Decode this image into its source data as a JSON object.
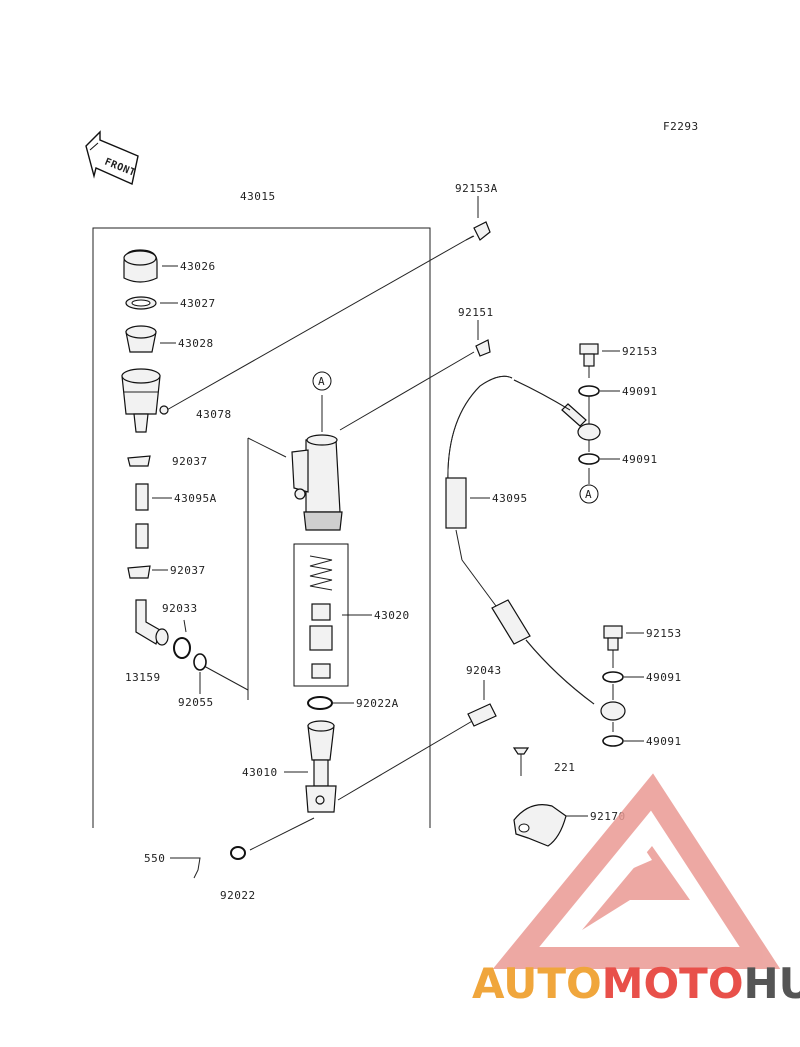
{
  "figure_code": "F2293",
  "front_label": "FRONT",
  "callout_a": "A",
  "parts": [
    {
      "num": "43015"
    },
    {
      "num": "92153A"
    },
    {
      "num": "43026"
    },
    {
      "num": "43027"
    },
    {
      "num": "43028"
    },
    {
      "num": "43078"
    },
    {
      "num": "92037"
    },
    {
      "num": "43095A"
    },
    {
      "num": "92037"
    },
    {
      "num": "92033"
    },
    {
      "num": "13159"
    },
    {
      "num": "92055"
    },
    {
      "num": "92151"
    },
    {
      "num": "43020"
    },
    {
      "num": "92022A"
    },
    {
      "num": "43010"
    },
    {
      "num": "550"
    },
    {
      "num": "92022"
    },
    {
      "num": "92153"
    },
    {
      "num": "49091"
    },
    {
      "num": "49091"
    },
    {
      "num": "43095"
    },
    {
      "num": "92153"
    },
    {
      "num": "49091"
    },
    {
      "num": "92043"
    },
    {
      "num": "49091"
    },
    {
      "num": "221"
    },
    {
      "num": "92170"
    }
  ],
  "watermark": {
    "part1": "AUTO",
    "part2": "MOTO",
    "part3": "HUB",
    "color1": "#f0a63c",
    "color2": "#e8504a",
    "color3": "#555555"
  }
}
